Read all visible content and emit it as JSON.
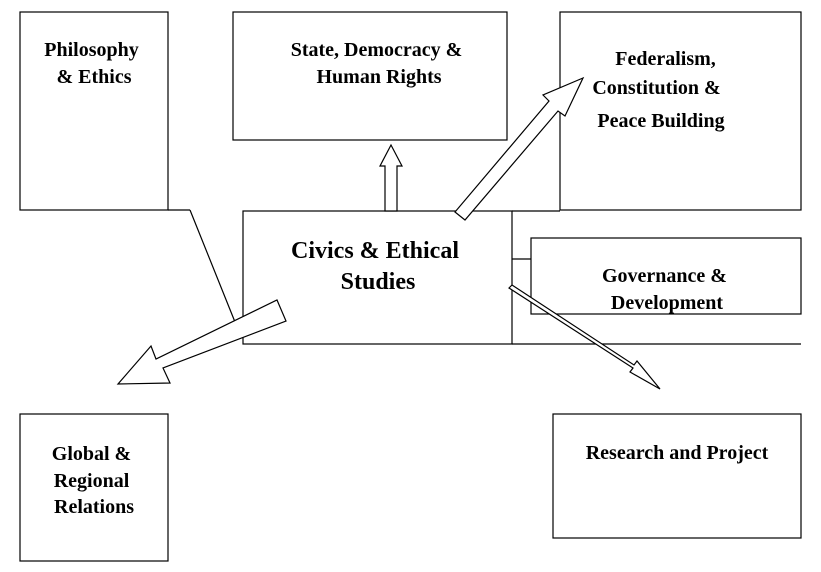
{
  "diagram": {
    "center": {
      "lines": [
        "Civics & Ethical",
        "Studies"
      ]
    },
    "nodes": {
      "philosophy": {
        "lines": [
          "Philosophy",
          "& Ethics"
        ]
      },
      "state": {
        "lines": [
          "State, Democracy &",
          "Human Rights"
        ]
      },
      "federalism": {
        "lines": [
          "Federalism,",
          "Constitution &",
          "Peace Building"
        ]
      },
      "governance": {
        "lines": [
          "Governance &",
          "Development"
        ]
      },
      "global": {
        "lines": [
          "Global &",
          "Regional",
          "Relations"
        ]
      },
      "research": {
        "lines": [
          "Research and Project"
        ]
      }
    }
  }
}
